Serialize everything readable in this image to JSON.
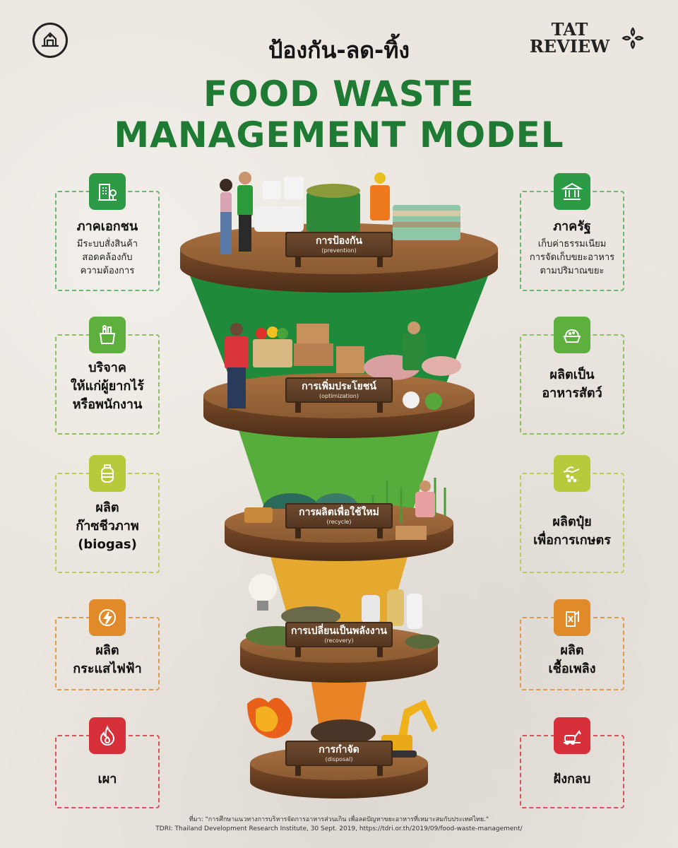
{
  "header": {
    "subtitle": "ป้องกัน-ลด-ทิ้ง",
    "title_line1": "FOOD WASTE",
    "title_line2": "MANAGEMENT MODEL",
    "brand_line1": "TAT",
    "brand_line2": "REVIEW"
  },
  "tiers": [
    {
      "th": "การป้องกัน",
      "en": "(prevention)",
      "color": "#1e8a3a"
    },
    {
      "th": "การเพิ่มประโยชน์",
      "en": "(optimization)",
      "color": "#4ea63a"
    },
    {
      "th": "การผลิตเพื่อใช้ใหม่",
      "en": "(recycle)",
      "color": "#b5cf3a"
    },
    {
      "th": "การเปลี่ยนเป็นพลังงาน",
      "en": "(recovery)",
      "color": "#e0a22c"
    },
    {
      "th": "การกำจัด",
      "en": "(disposal)",
      "color": "#e07a24"
    }
  ],
  "left_cards": [
    {
      "title": "ภาคเอกชน",
      "desc_lines": [
        "มีระบบสั่งสินค้า",
        "สอดคล้องกับ",
        "ความต้องการ"
      ],
      "icon": "building-icon",
      "color": "#2d9a45"
    },
    {
      "title_lines": [
        "บริจาค",
        "ให้แก่ผู้ยากไร้",
        "หรือพนักงาน"
      ],
      "icon": "grocery-icon",
      "color": "#5daf3e"
    },
    {
      "title_lines": [
        "ผลิต",
        "ก๊าซชีวภาพ",
        "(biogas)"
      ],
      "icon": "gas-tank-icon",
      "color": "#b9c93c"
    },
    {
      "title_lines": [
        "ผลิต",
        "กระแสไฟฟ้า"
      ],
      "icon": "electricity-icon",
      "color": "#e08a2a"
    },
    {
      "title_lines": [
        "เผา"
      ],
      "icon": "fire-icon",
      "color": "#d8303a"
    }
  ],
  "right_cards": [
    {
      "title": "ภาครัฐ",
      "desc_lines": [
        "เก็บค่าธรรมเนียม",
        "การจัดเก็บขยะอาหาร",
        "ตามปริมาณขยะ"
      ],
      "icon": "government-icon",
      "color": "#2d9a45"
    },
    {
      "title_lines": [
        "ผลิตเป็น",
        "อาหารสัตว์"
      ],
      "icon": "pet-food-icon",
      "color": "#5daf3e"
    },
    {
      "title_lines": [
        "ผลิตปุ๋ย",
        "เพื่อการเกษตร"
      ],
      "icon": "fertilizer-icon",
      "color": "#b9c93c"
    },
    {
      "title_lines": [
        "ผลิต",
        "เชื้อเพลิง"
      ],
      "icon": "fuel-icon",
      "color": "#e08a2a"
    },
    {
      "title_lines": [
        "ฝังกลบ"
      ],
      "icon": "landfill-icon",
      "color": "#d8303a"
    }
  ],
  "footer": {
    "line1": "ที่มา: \"การศึกษาแนวทางการบริหารจัดการอาหารส่วนเกิน เพื่อลดปัญหาขยะอาหารที่เหมาะสมกับประเทศไทย.\"",
    "line2": "TDRI: Thailand Development Research Institute, 30 Sept. 2019, https://tdri.or.th/2019/09/food-waste-management/"
  }
}
